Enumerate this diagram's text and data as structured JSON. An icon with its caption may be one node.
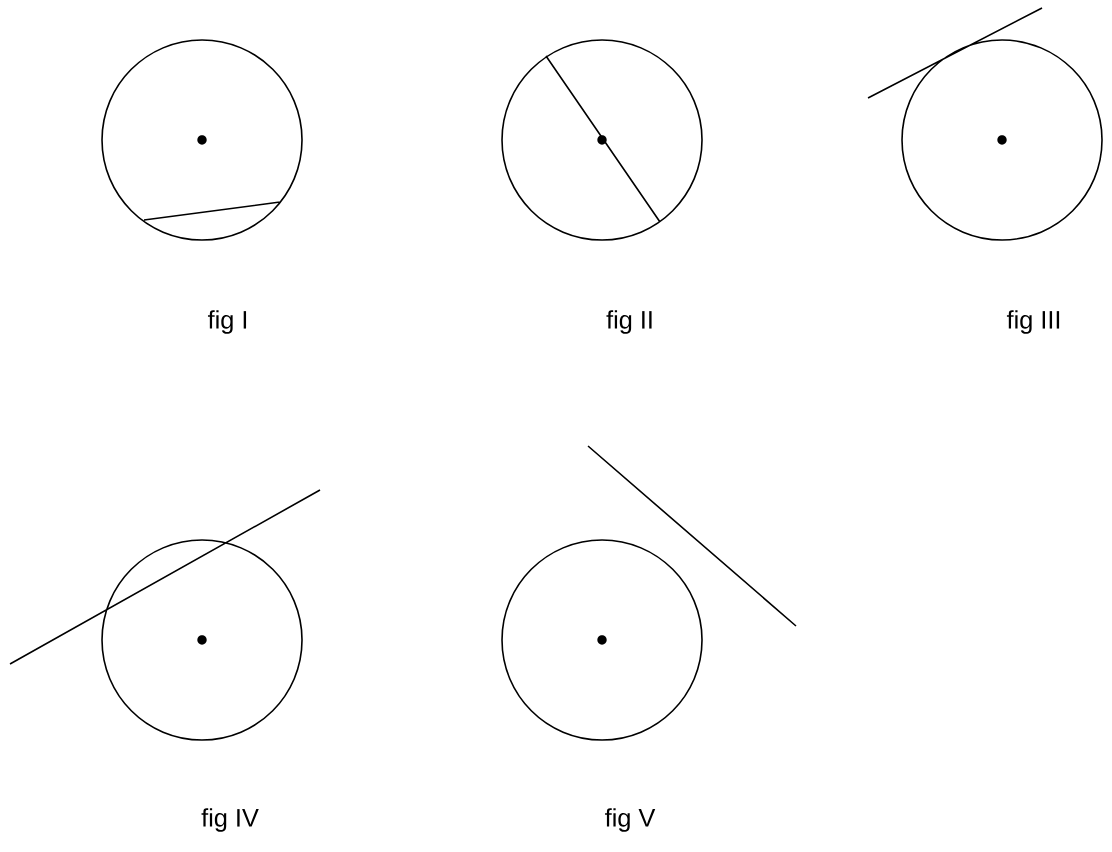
{
  "diagram": {
    "labels": [
      "fig I",
      "fig II",
      "fig III",
      "fig IV",
      "fig V"
    ]
  }
}
